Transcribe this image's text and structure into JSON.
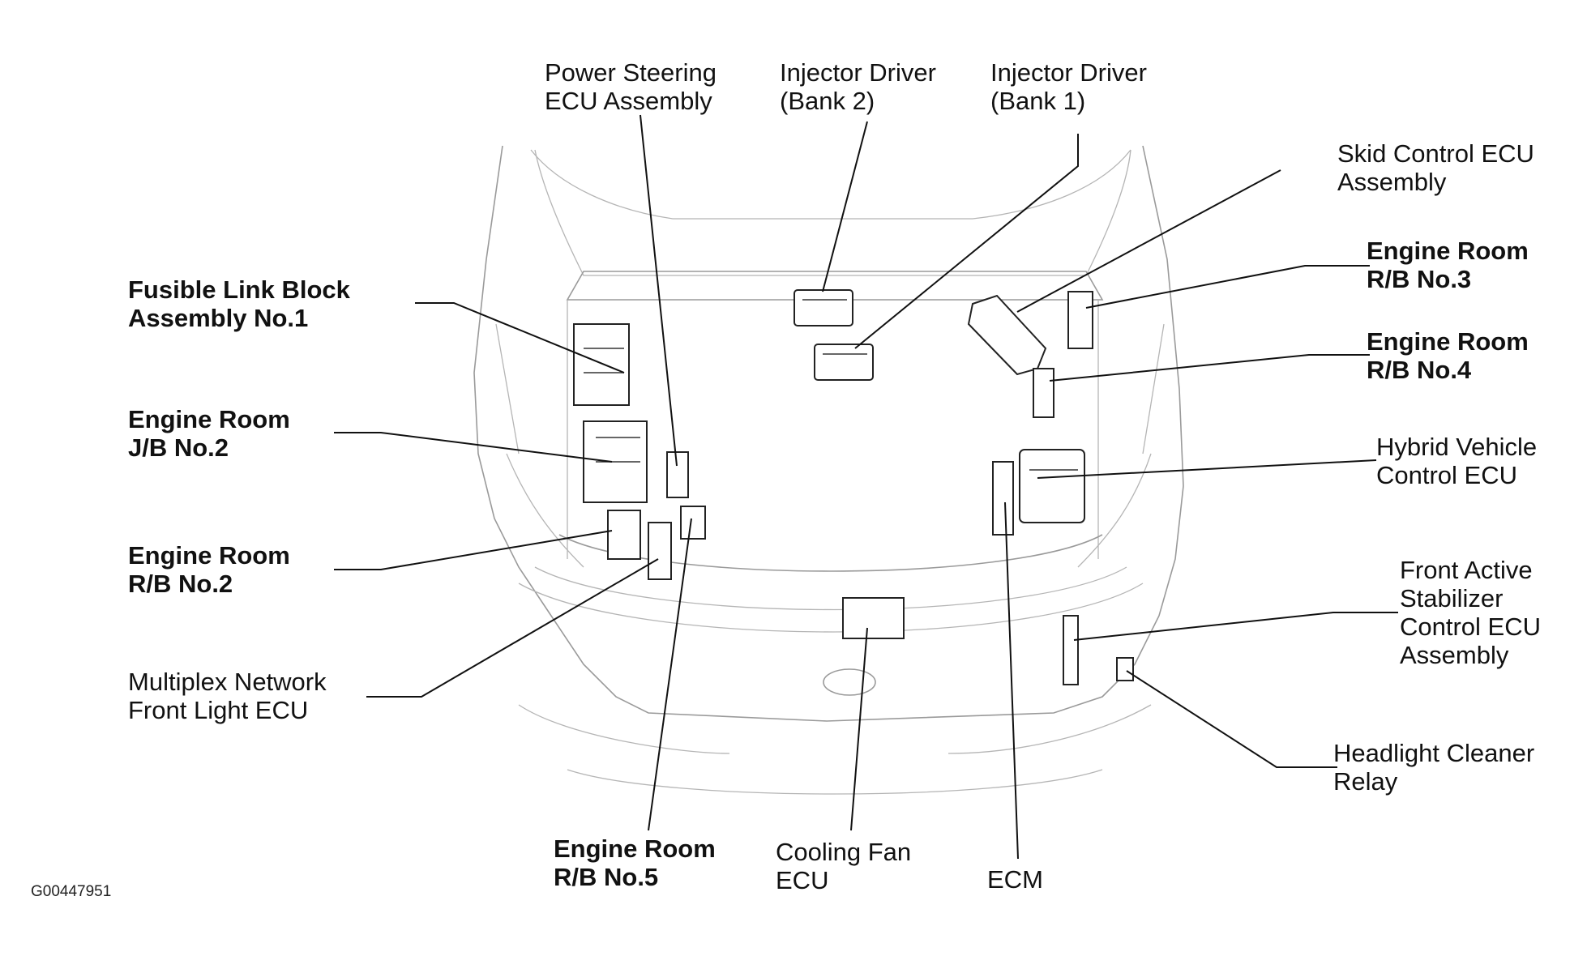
{
  "labels": {
    "power_steering": {
      "line1": "Power Steering",
      "line2": "ECU Assembly"
    },
    "injector_bank2": {
      "line1": "Injector Driver",
      "line2": "(Bank 2)"
    },
    "injector_bank1": {
      "line1": "Injector Driver",
      "line2": "(Bank 1)"
    },
    "skid_control": {
      "line1": "Skid Control ECU",
      "line2": "Assembly"
    },
    "engine_room_rb3": {
      "line1": "Engine Room",
      "line2": "R/B No.3"
    },
    "engine_room_rb4": {
      "line1": "Engine Room",
      "line2": "R/B No.4"
    },
    "fusible_link": {
      "line1": "Fusible Link Block",
      "line2": "Assembly No.1"
    },
    "engine_room_jb2": {
      "line1": "Engine Room",
      "line2": "J/B No.2"
    },
    "hybrid_vehicle": {
      "line1": "Hybrid Vehicle",
      "line2": "Control ECU"
    },
    "engine_room_rb2": {
      "line1": "Engine Room",
      "line2": "R/B No.2"
    },
    "front_active_stabilizer": {
      "line1": "Front Active",
      "line2": "Stabilizer",
      "line3": "Control ECU",
      "line4": "Assembly"
    },
    "multiplex_network": {
      "line1": "Multiplex Network",
      "line2": "Front Light ECU"
    },
    "headlight_cleaner": {
      "line1": "Headlight Cleaner",
      "line2": "Relay"
    },
    "engine_room_rb5": {
      "line1": "Engine Room",
      "line2": "R/B No.5"
    },
    "cooling_fan": {
      "line1": "Cooling Fan",
      "line2": "ECU"
    },
    "ecm": {
      "line1": "ECM"
    }
  },
  "figure_code": "G00447951"
}
